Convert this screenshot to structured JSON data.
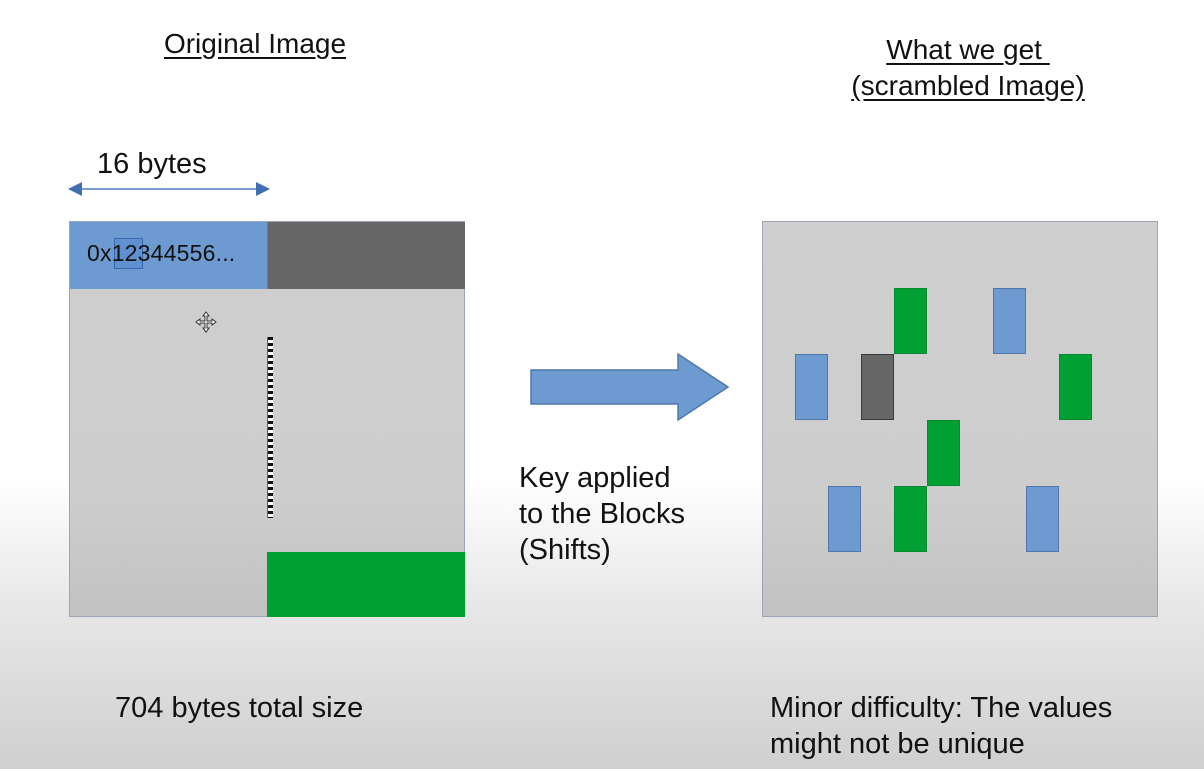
{
  "left": {
    "heading": "Original Image",
    "width_label": "16 bytes",
    "hex_value": "0x12344556...",
    "footer": "704 bytes total size"
  },
  "middle": {
    "caption_lines": [
      "Key applied",
      "to the Blocks",
      "(Shifts)"
    ]
  },
  "right": {
    "heading_lines": [
      "What we get ",
      "(scrambled Image)"
    ],
    "footer_lines": [
      "Minor difficulty: The values",
      "might not be unique"
    ]
  },
  "colors": {
    "blue": "#6d9bd1",
    "green": "#00a033",
    "dark": "#666666",
    "panel": "#cfcfcf",
    "arrow": "#6d9bd1"
  },
  "icons": {
    "cursor": "move-cursor-icon"
  }
}
